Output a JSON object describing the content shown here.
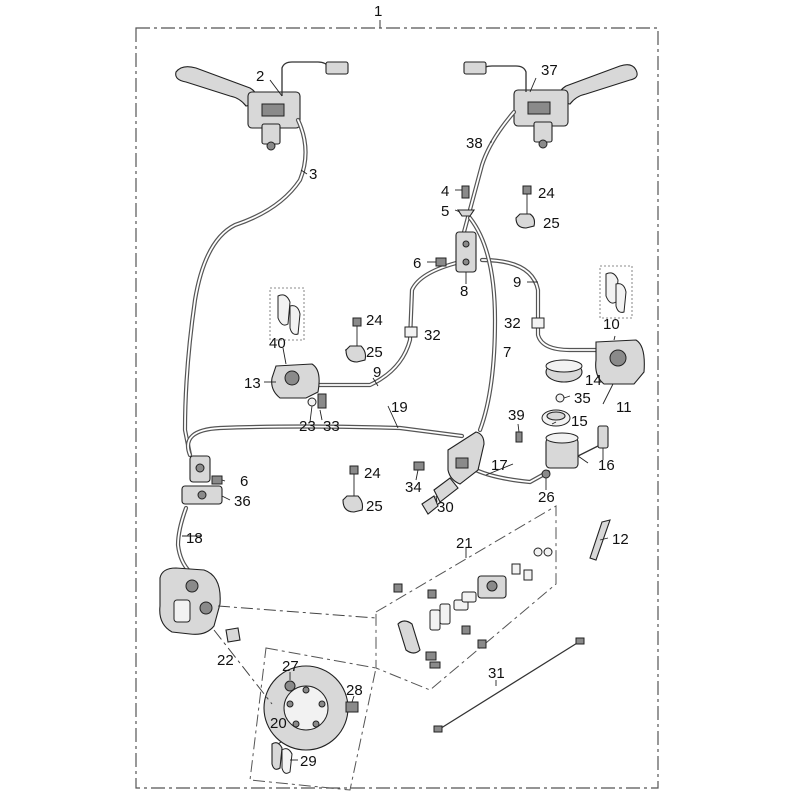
{
  "diagram": {
    "callouts": {
      "c1": "1",
      "c2": "2",
      "c3": "3",
      "c4": "4",
      "c5": "5",
      "c6a": "6",
      "c6b": "6",
      "c7": "7",
      "c8": "8",
      "c9a": "9",
      "c9b": "9",
      "c10": "10",
      "c11": "11",
      "c12": "12",
      "c13": "13",
      "c14": "14",
      "c15": "15",
      "c16": "16",
      "c17": "17",
      "c18": "18",
      "c19": "19",
      "c20": "20",
      "c21": "21",
      "c22": "22",
      "c23": "23",
      "c24a": "24",
      "c24b": "24",
      "c24c": "24",
      "c25a": "25",
      "c25b": "25",
      "c25c": "25",
      "c26": "26",
      "c27": "27",
      "c28": "28",
      "c29": "29",
      "c30": "30",
      "c31": "31",
      "c32a": "32",
      "c32b": "32",
      "c33": "33",
      "c34": "34",
      "c35": "35",
      "c36": "36",
      "c37": "37",
      "c38": "38",
      "c39": "39",
      "c40": "40"
    }
  }
}
